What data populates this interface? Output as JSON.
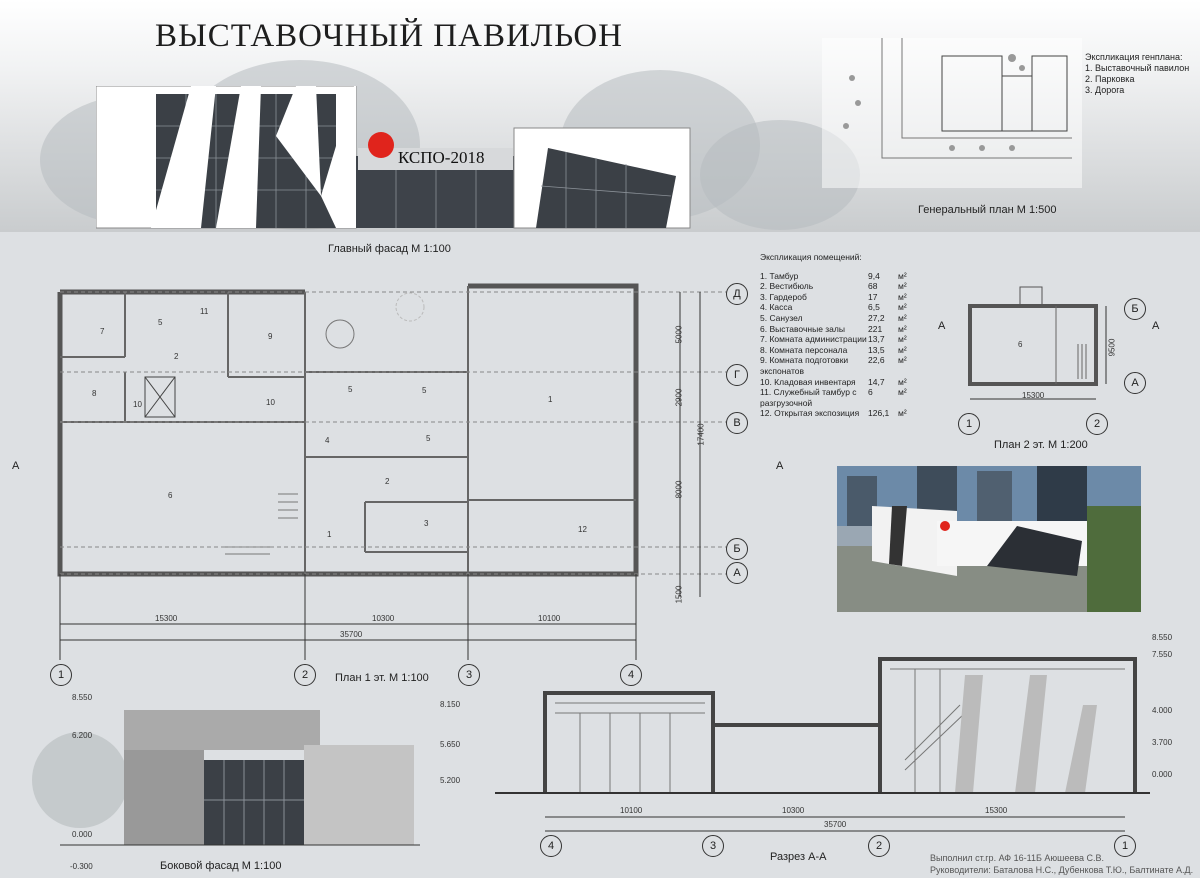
{
  "title": "ВЫСТАВОЧНЫЙ ПАВИЛЬОН",
  "facade_sign": "КСПО-2018",
  "captions": {
    "main_facade": "Главный фасад М 1:100",
    "general_plan": "Генеральный план М 1:500",
    "plan1": "План  1  эт. М 1:100",
    "plan2": "План 2 эт. М 1:200",
    "side_facade": "Боковой фасад М 1:100",
    "section": "Разрез А-А"
  },
  "general_plan_legend": {
    "title": "Экспликация генплана:",
    "items": [
      "1. Выставочный павилон",
      "2. Парковка",
      "3. Дорога"
    ]
  },
  "rooms_legend": {
    "title": "Экспликация помещений:",
    "unit": "м²",
    "rows": [
      {
        "name": "1. Тамбур",
        "area": "9,4"
      },
      {
        "name": "2. Вестибюль",
        "area": "68"
      },
      {
        "name": "3. Гардероб",
        "area": "17"
      },
      {
        "name": "4. Касса",
        "area": "6,5"
      },
      {
        "name": "5. Санузел",
        "area": "27,2"
      },
      {
        "name": "6. Выставочные залы",
        "area": "221"
      },
      {
        "name": "7. Комната администрации",
        "area": "13,7"
      },
      {
        "name": "8. Комната персонала",
        "area": "13,5"
      },
      {
        "name": "9. Комната подготовки экспонатов",
        "area": "22,6"
      },
      {
        "name": "10. Кладовая инвентаря",
        "area": "14,7"
      },
      {
        "name": "11. Служебный тамбур с разгрузочной",
        "area": "6"
      },
      {
        "name": "12. Открытая экспозиция",
        "area": "126,1"
      }
    ]
  },
  "plan1": {
    "row_axes": [
      "Д",
      "Г",
      "В",
      "Б",
      "А"
    ],
    "col_axes": [
      "1",
      "2",
      "3",
      "4"
    ],
    "bottom_dims": [
      "15300",
      "10300",
      "10100"
    ],
    "total_dim": "35700",
    "right_dims": [
      "5000",
      "2900",
      "8000",
      "1500"
    ],
    "right_total": "17400",
    "section_mark": "А",
    "room_numbers": [
      "7",
      "2",
      "9",
      "8",
      "10",
      "10",
      "6",
      "5",
      "11",
      "5",
      "5",
      "5",
      "4",
      "1",
      "2",
      "1",
      "3",
      "12"
    ]
  },
  "plan2": {
    "dim_w": "15300",
    "dim_h": "9500",
    "axes": [
      "Б",
      "А",
      "1",
      "2"
    ],
    "section_mark": "А",
    "room": "6"
  },
  "side_facade": {
    "levels": [
      "8.550",
      "6.200",
      "0.000",
      "-0.300"
    ],
    "right_levels": [
      "8.150",
      "5.650",
      "5.200"
    ]
  },
  "section": {
    "dims": [
      "10100",
      "10300",
      "15300"
    ],
    "total": "35700",
    "axes": [
      "4",
      "3",
      "2",
      "1"
    ],
    "levels": [
      "8.550",
      "7.550",
      "4.000",
      "3.700",
      "0.000"
    ]
  },
  "credits": [
    "Выполнил ст.гр. АФ 16-11Б Аюшеева С.В.",
    "Руководители: Баталова Н.С., Дубенкова Т.Ю., Балтинате А.Д."
  ],
  "colors": {
    "accent_red": "#e0241c",
    "wall": "#6f7275",
    "glass": "#4a4f55"
  }
}
